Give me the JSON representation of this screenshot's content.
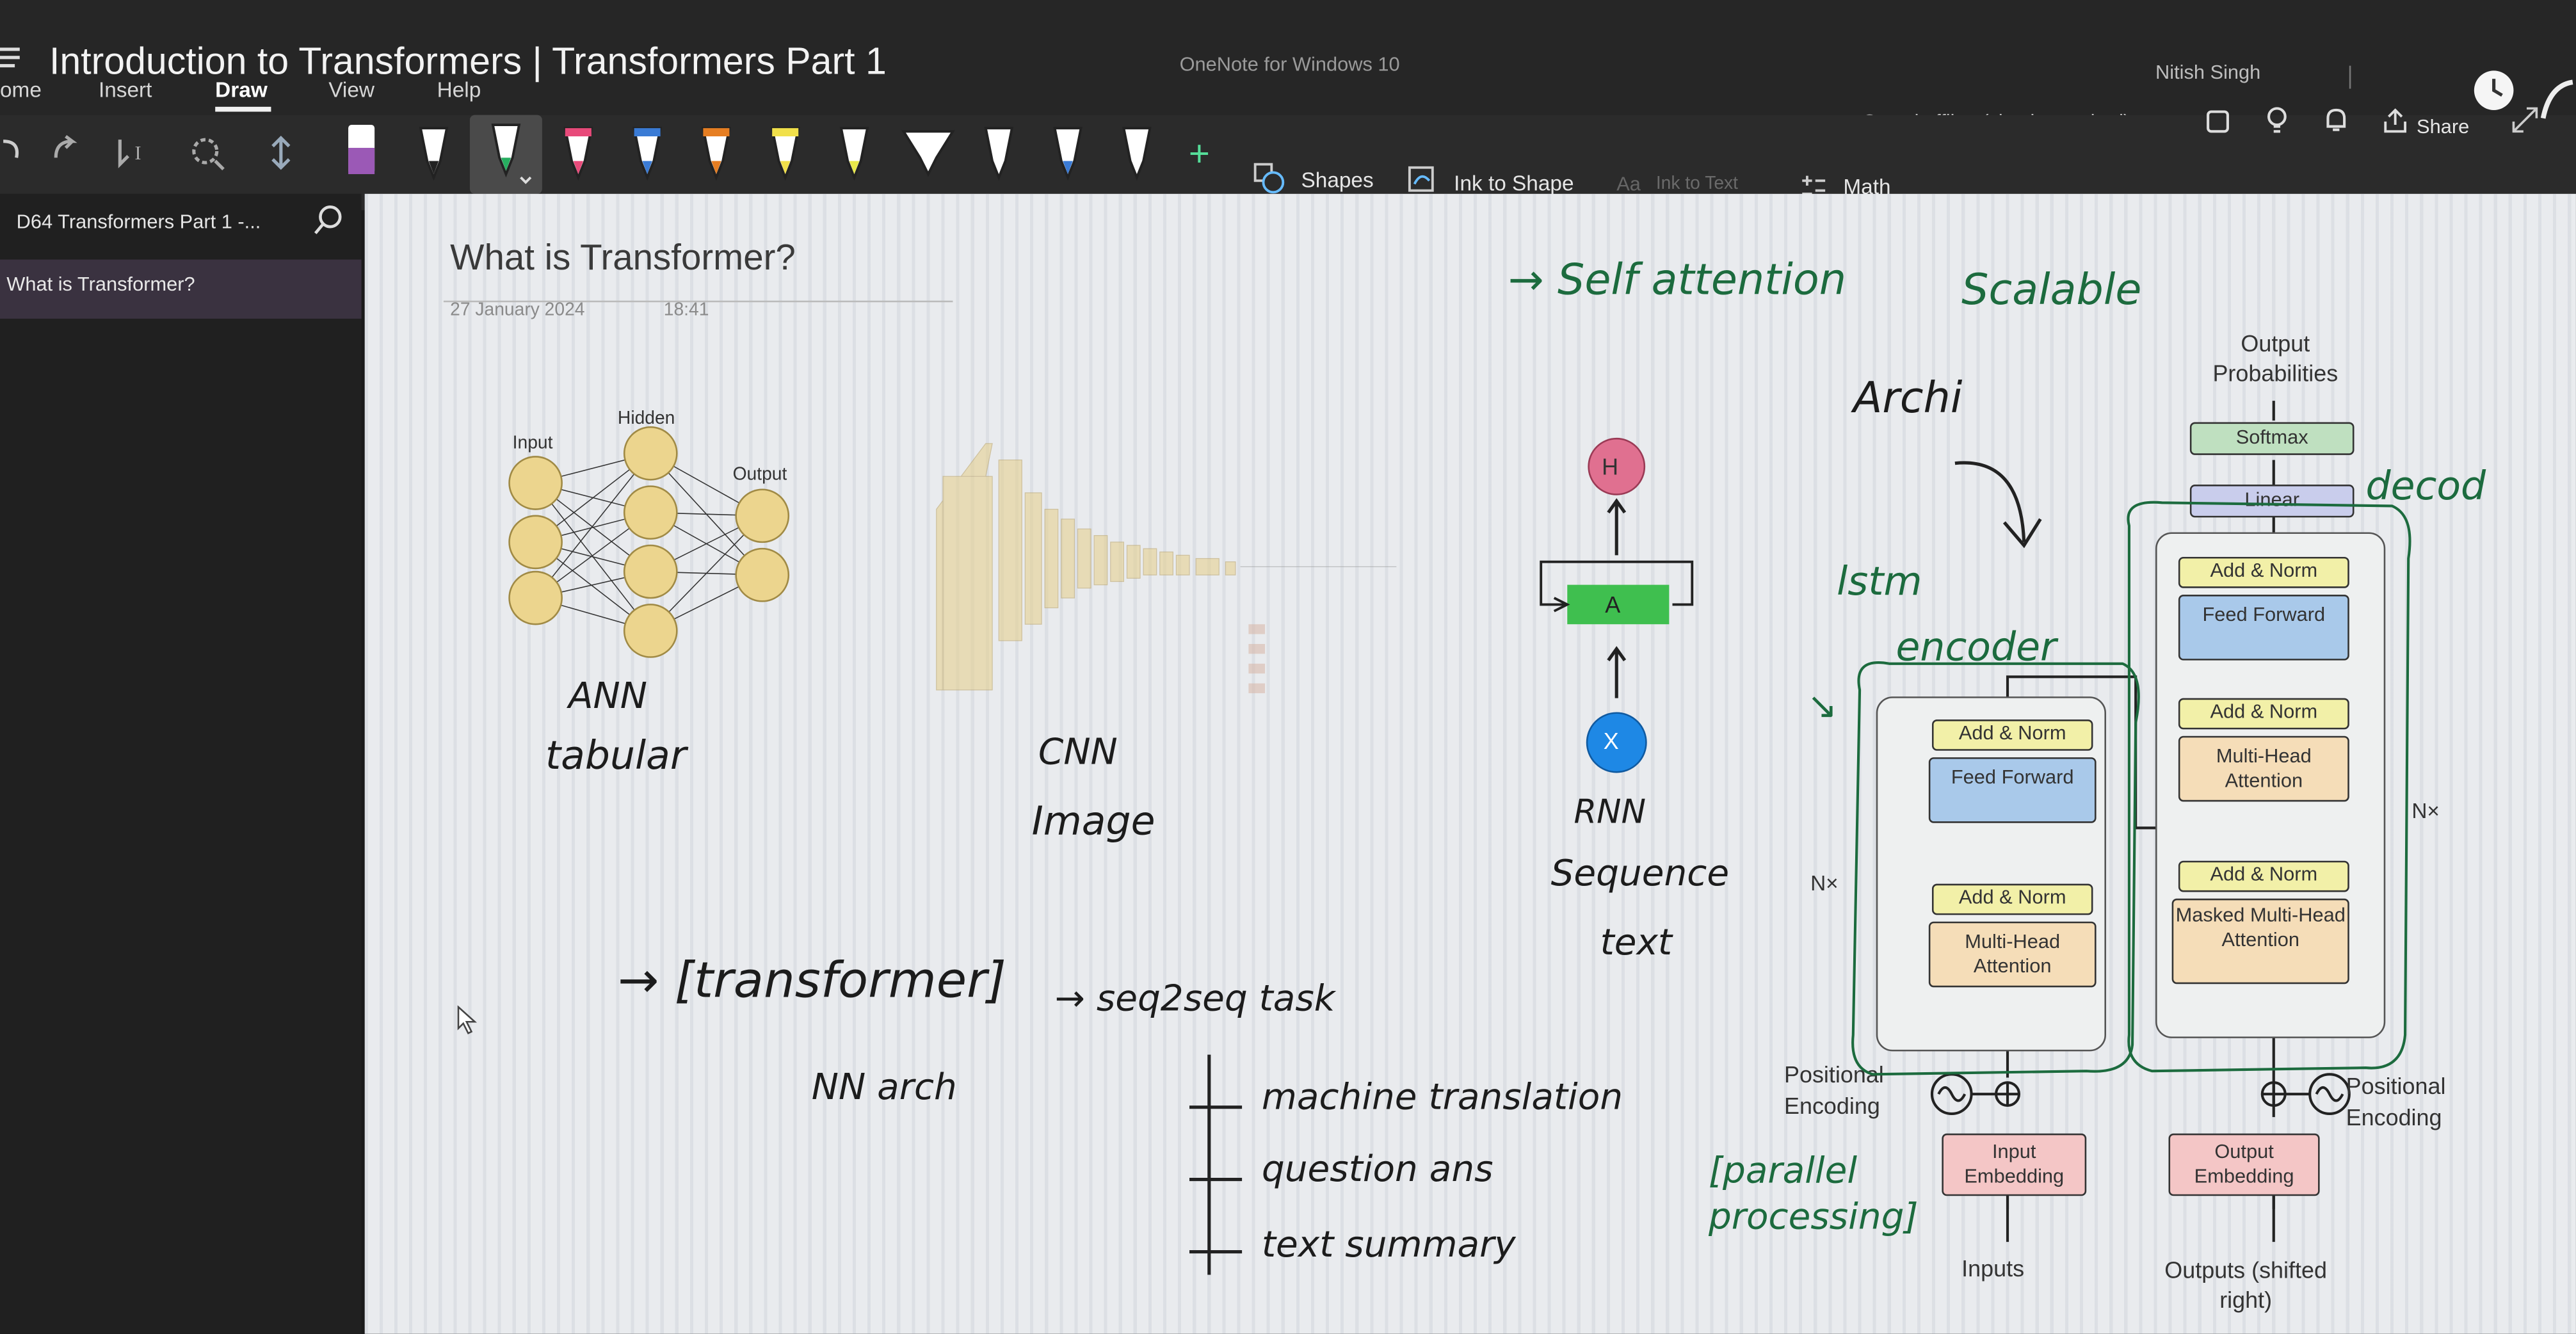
{
  "window": {
    "title": "Introduction to Transformers | Transformers Part 1",
    "app_name": "OneNote for Windows 10",
    "user": "Nitish Singh",
    "save_status": "Saved offline (sign in required)",
    "share_label": "Share"
  },
  "menu": {
    "tabs": [
      "ome",
      "Insert",
      "Draw",
      "View",
      "Help"
    ],
    "active": "Draw"
  },
  "toolbar": {
    "shapes_label": "Shapes",
    "ink_to_shape_label": "Ink to Shape",
    "ink_to_text_label": "Ink to Text",
    "math_label": "Math",
    "pens": [
      {
        "icon": "pen-icon",
        "color": "#9b59b6"
      },
      {
        "icon": "pen-icon",
        "color": "#2b2b2b"
      },
      {
        "icon": "pen-icon",
        "color": "#27ae60"
      },
      {
        "icon": "pen-icon",
        "color": "#e84a7a"
      },
      {
        "icon": "pen-icon",
        "color": "#3a7bd5"
      },
      {
        "icon": "pen-icon",
        "color": "#e67e22"
      },
      {
        "icon": "highlighter-icon",
        "color": "#f1e04a"
      },
      {
        "icon": "highlighter-icon",
        "color": "#e8e84a"
      },
      {
        "icon": "highlighter-icon",
        "color": "#f5f5f5"
      },
      {
        "icon": "pen-icon",
        "color": "#f5f5f5"
      },
      {
        "icon": "pen-icon",
        "color": "#3a7bd5"
      },
      {
        "icon": "pen-icon",
        "color": "#f5f5f5"
      }
    ]
  },
  "sidebar": {
    "section_title": "D64 Transformers Part 1 -...",
    "pages": [
      {
        "label": "What is Transformer?",
        "selected": true
      }
    ]
  },
  "page": {
    "title": "What is Transformer?",
    "date": "27 January 2024",
    "time": "18:41"
  },
  "ann_diagram": {
    "input_label": "Input",
    "hidden_label": "Hidden",
    "output_label": "Output"
  },
  "rnn_diagram": {
    "output_node": "H",
    "cell": "A",
    "input_node": "X"
  },
  "ink": {
    "ann": "ANN",
    "tabular": "tabular",
    "cnn": "CNN",
    "image": "Image",
    "rnn": "RNN",
    "sequence": "Sequence",
    "text": "text",
    "self_attention": "→ Self attention",
    "scalable": "Scalable",
    "archi": "Archi",
    "lstm": "lstm",
    "encoder": "encoder",
    "decoder": "decod",
    "transformer": "→ [transformer]",
    "seq2seq": "→ seq2seq task",
    "nn_arch": "NN arch",
    "machine_translation": "machine translation",
    "question_ans": "question ans",
    "text_summary": "text summary",
    "parallel": "[parallel processing]"
  },
  "transformer_diagram": {
    "output_probabilities": "Output Probabilities",
    "softmax": "Softmax",
    "linear": "Linear",
    "add_norm": "Add & Norm",
    "feed_forward": "Feed Forward",
    "multi_head_attention": "Multi-Head Attention",
    "masked_multi_head_attention": "Masked Multi-Head Attention",
    "nx": "N×",
    "positional_encoding": "Positional Encoding",
    "input_embedding": "Input Embedding",
    "output_embedding": "Output Embedding",
    "inputs": "Inputs",
    "outputs": "Outputs (shifted right)"
  }
}
